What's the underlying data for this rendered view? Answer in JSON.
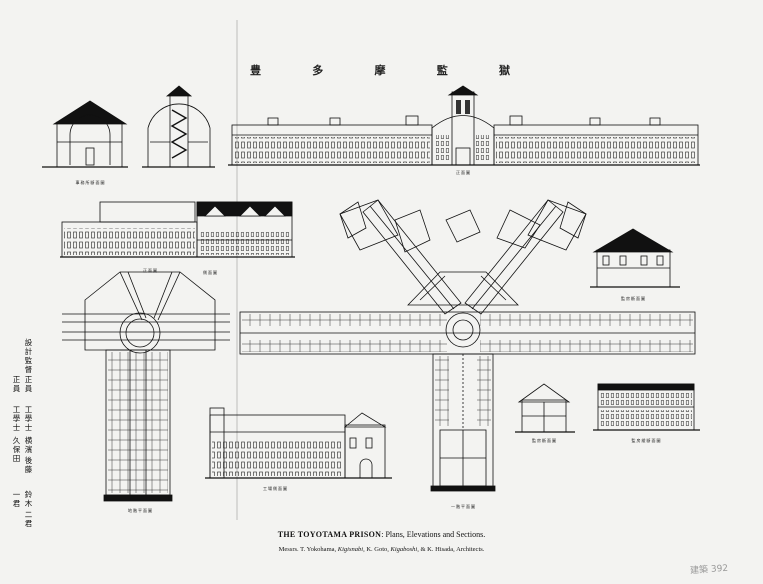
{
  "sheet": {
    "japanese_title_chars": [
      "豊",
      "多",
      "摩",
      "監",
      "獄"
    ],
    "caption_title_bold": "THE TOYOTAMA PRISON",
    "caption_title_rest": ":  Plans, Elevations and Sections.",
    "caption_credits_parts": [
      {
        "text": "Messrs. T. Yokohama, ",
        "italic": false
      },
      {
        "text": "Kigisnabi",
        "italic": true
      },
      {
        "text": ", K. Goto, ",
        "italic": false
      },
      {
        "text": "Kigaboshi",
        "italic": true
      },
      {
        "text": ", & K. Hisada, Architects.",
        "italic": false
      }
    ],
    "designer_columns": [
      [
        "設",
        "計",
        "監",
        "督"
      ],
      [
        "正",
        "員"
      ],
      [
        "正",
        "員"
      ],
      [
        "工",
        "學",
        "士"
      ],
      [
        "工",
        "學",
        "士"
      ],
      [
        "横",
        "濱"
      ],
      [
        "後",
        "藤"
      ],
      [
        "久",
        "保",
        "田"
      ],
      [
        "鈴",
        "木"
      ],
      [
        "一",
        "君"
      ],
      [
        "二",
        "君"
      ]
    ],
    "pencil_note": "建築 392"
  },
  "drawing_labels": {
    "front_elevation": "正 面 圖",
    "admin_section_a": "事 務 所 斷 面 圖",
    "side_elevation_a": "正 面 圖",
    "side_elevation_b": "側 面 圖",
    "cell_section": "監 房 斷 面 圖",
    "admin_plan": "地 階 平 面 圖",
    "workshop_elevation": "工 場 側 面 圖",
    "ground_plan": "一 階 平 面 圖",
    "small_section": "監 房 斷 面 圖",
    "long_section": "監 房 縱 斷 面 圖"
  }
}
